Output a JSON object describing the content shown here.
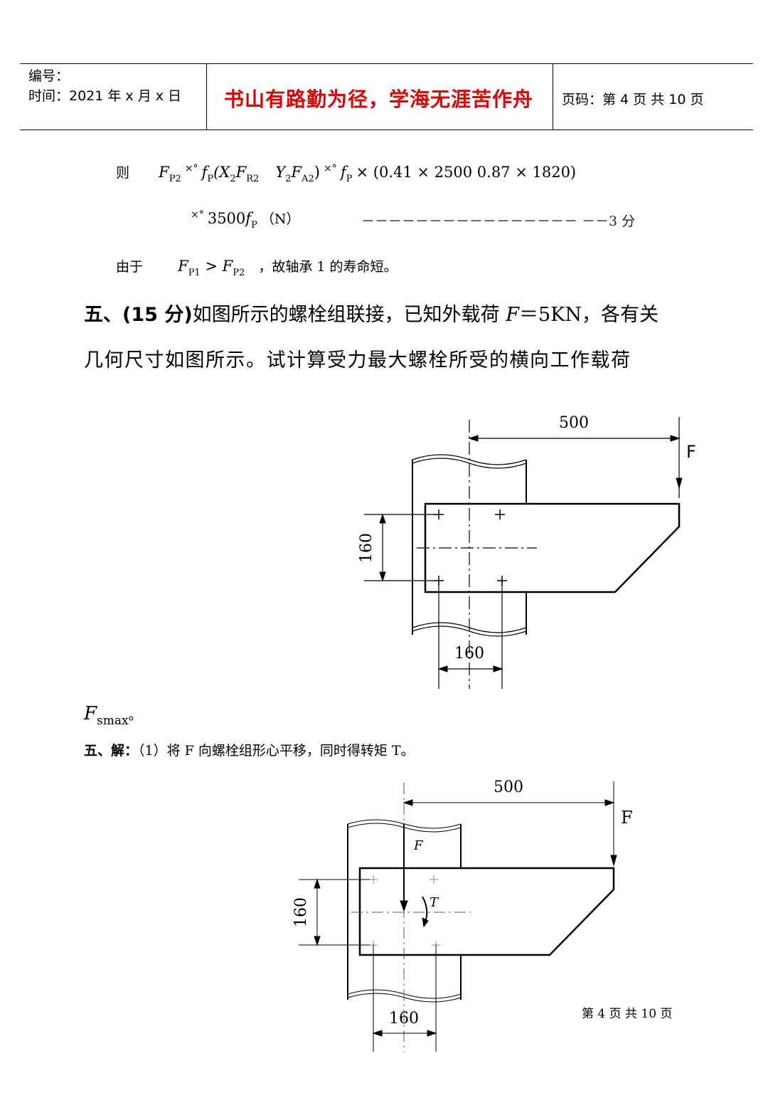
{
  "header": {
    "number_label": "编号：",
    "time_label": "时间：2021 年 x 月 x 日",
    "motto": "书山有路勤为径，学海无涯苦作舟",
    "page_info": "页码：第 4 页  共 10 页"
  },
  "formulas": {
    "line1_prefix": "则",
    "line1_F": "F",
    "line1_F_sub": "P2",
    "line1_marks": "×°",
    "line1_fP": "f",
    "line1_fP_sub": "P",
    "line1_paren_open": "(X",
    "line1_X_sub": "2",
    "line1_FR": "F",
    "line1_FR_sub": "R2",
    "line1_Y": "Y",
    "line1_Y_sub": "2",
    "line1_FA": "F",
    "line1_FA_sub": "A2",
    "line1_paren_close": ")",
    "line1_marks2": "×°",
    "line1_fP2": "f",
    "line1_fP2_sub": "P",
    "line1_expr": "× (0.41 × 2500    0.87 × 1820)",
    "line2_marks": "×°",
    "line2_value": "3500",
    "line2_f": "f",
    "line2_f_sub": "P",
    "line2_unit": "（N）",
    "line2_score": "－－－－－－－－－－－－－－－－  －－3 分",
    "line3_prefix": "由于",
    "line3_F1": "F",
    "line3_F1_sub": "P1",
    "line3_gt": " > ",
    "line3_F2": "F",
    "line3_F2_sub": "P2",
    "line3_text": "，故轴承 1 的寿命短。"
  },
  "problem": {
    "heading": "五、(15 分)",
    "text_line1_a": "如图所示的螺栓组联接，已知外载荷 ",
    "text_line1_F": "F",
    "text_line1_b": "＝5KN，各有关",
    "text_line2": "几何尺寸如图所示。试计算受力最大螺栓所受的横向工作载荷",
    "result_F": "F",
    "result_sub": "smax",
    "result_end": "。"
  },
  "solution": {
    "heading": "五、解：",
    "text": "（1）将 F 向螺栓组形心平移，同时得转矩 T。"
  },
  "figure1": {
    "dim_horizontal_top": "500",
    "force_label": "F",
    "dim_vertical": "160",
    "dim_horizontal_bottom": "160"
  },
  "figure2": {
    "dim_horizontal_top": "500",
    "force_label": "F",
    "shifted_force_label": "F",
    "torque_label": "T",
    "dim_vertical": "160",
    "dim_horizontal_bottom": "160"
  },
  "footer": {
    "page_text": "第  4  页  共  10  页"
  }
}
